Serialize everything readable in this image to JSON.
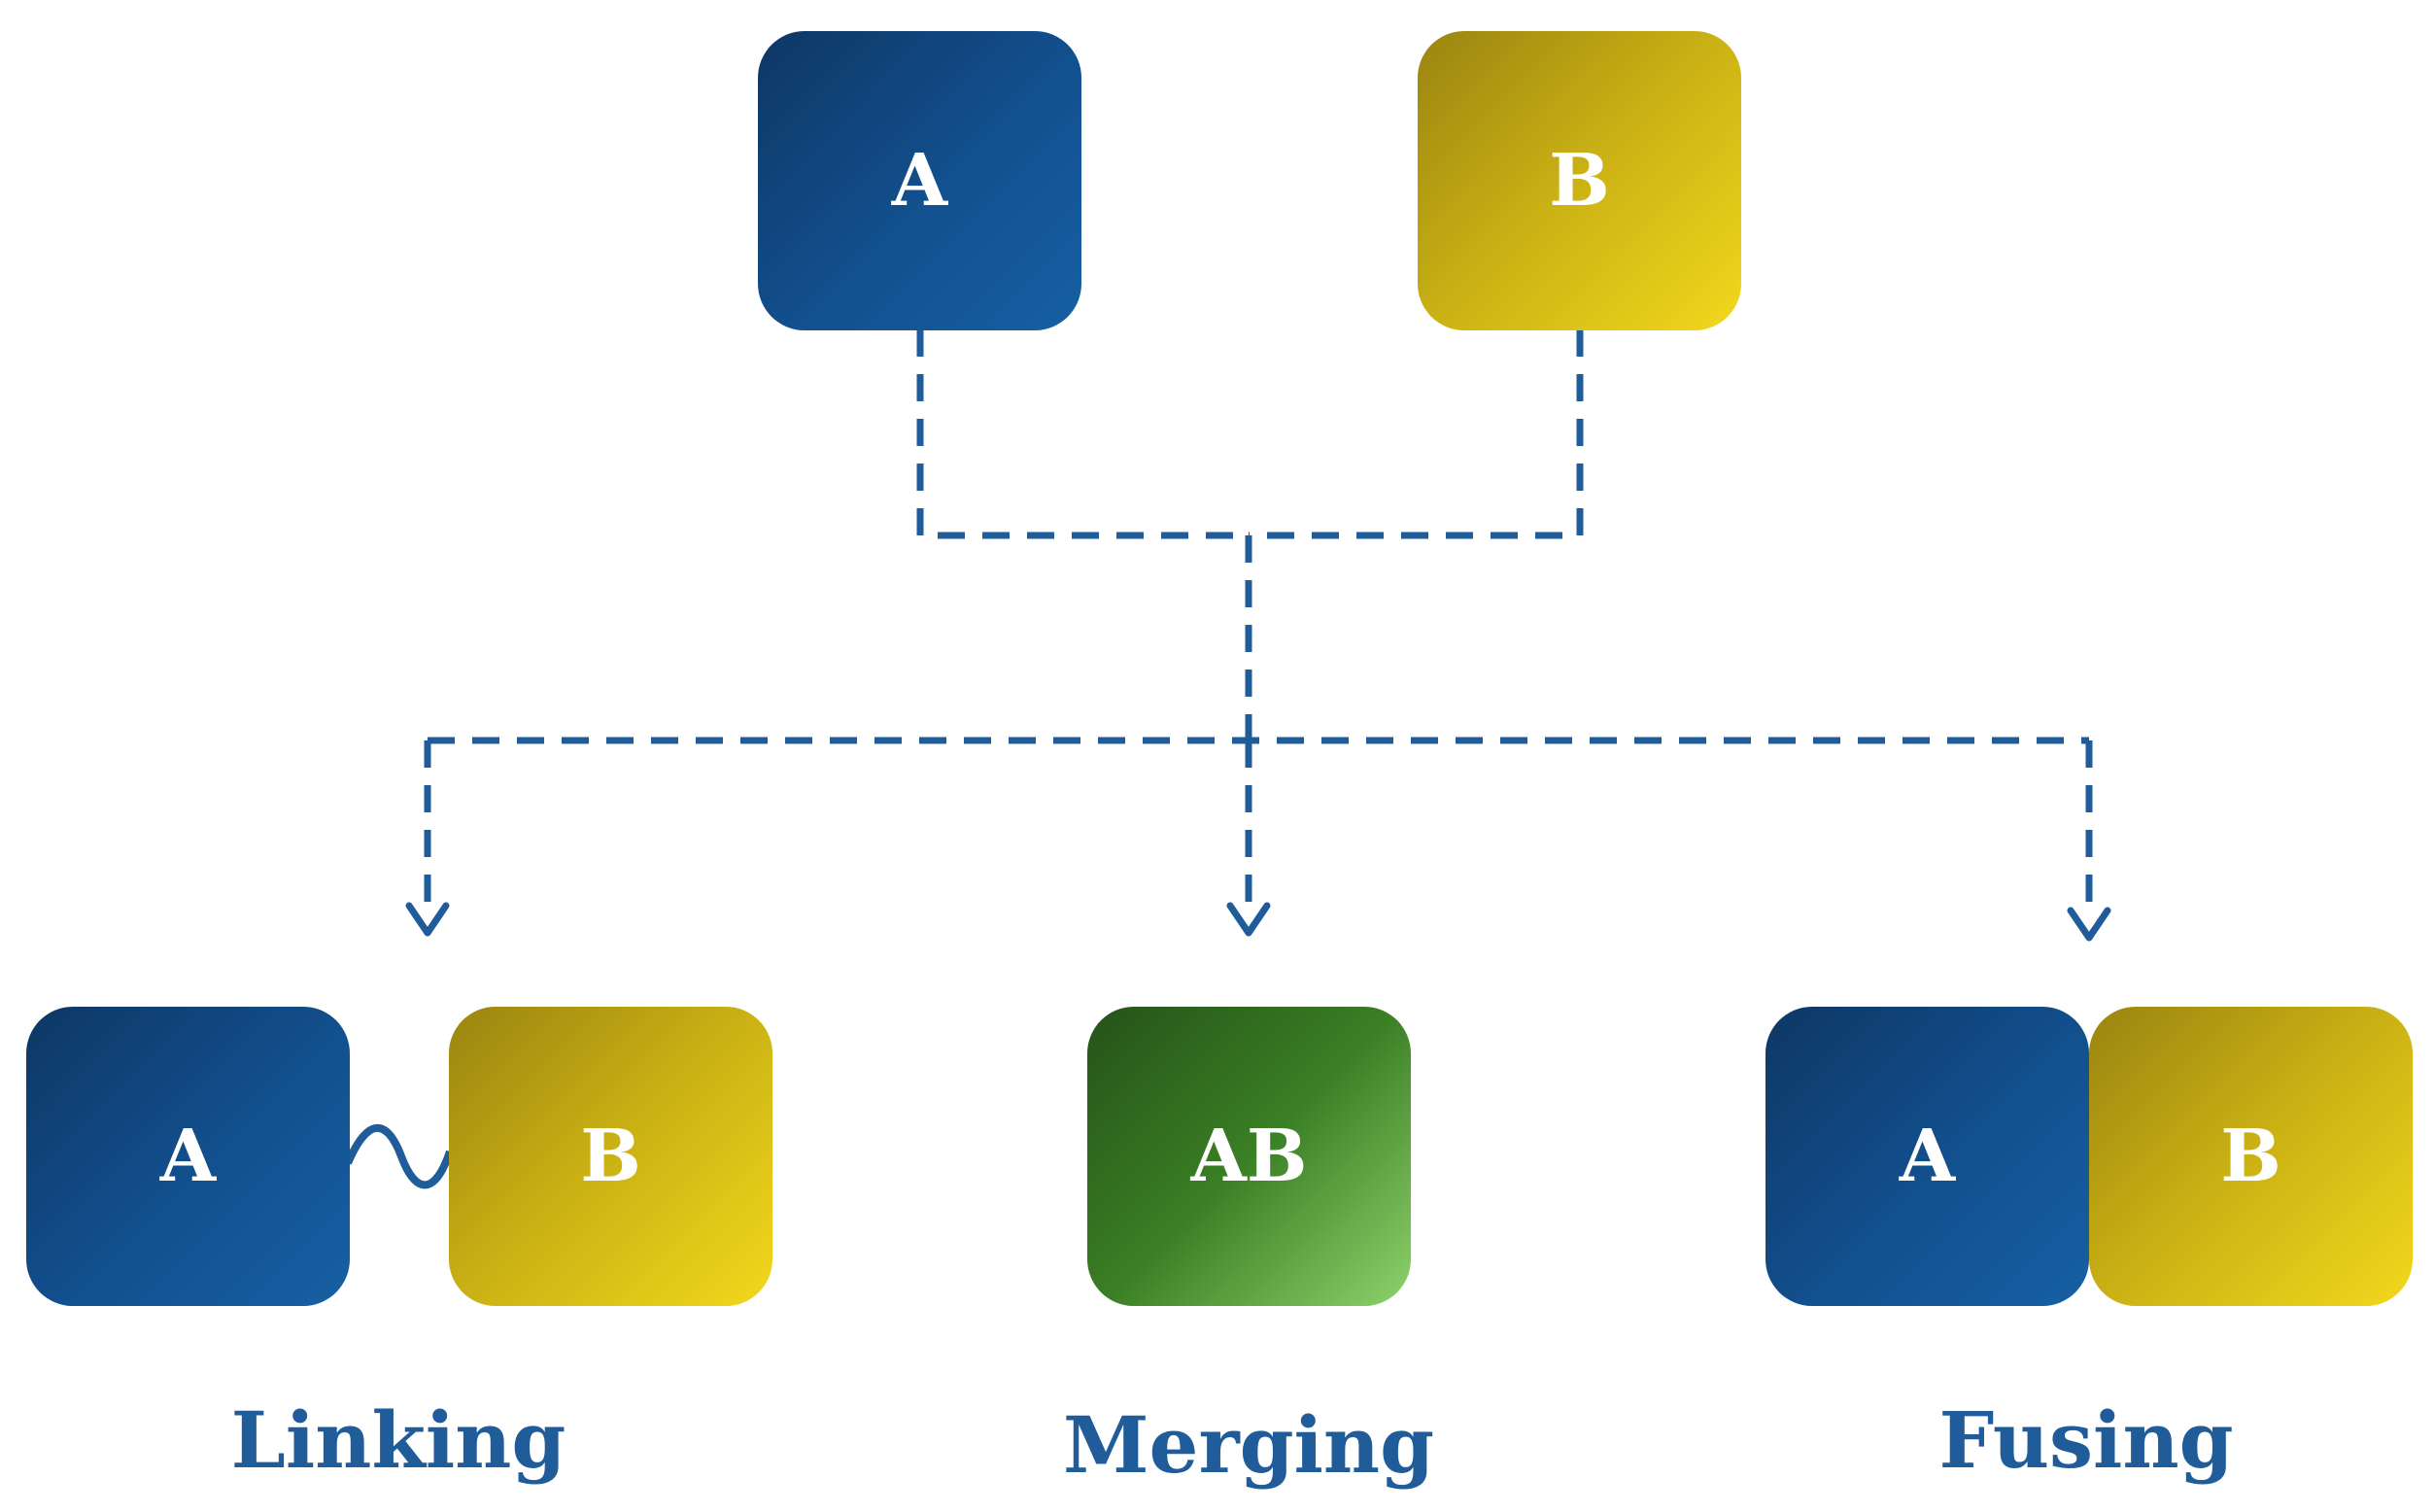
{
  "top": {
    "box_a_label": "A",
    "box_b_label": "B"
  },
  "outcomes": [
    {
      "name": "Linking",
      "box_a_label": "A",
      "box_b_label": "B"
    },
    {
      "name": "Merging",
      "box_ab_label": "AB"
    },
    {
      "name": "Fusing",
      "box_a_label": "A",
      "box_b_label": "B"
    }
  ],
  "colors": {
    "a_blue": "#1660a3",
    "b_yellow": "#f2d81c",
    "ab_green": "#3a7f24",
    "connector": "#1f5c99"
  }
}
